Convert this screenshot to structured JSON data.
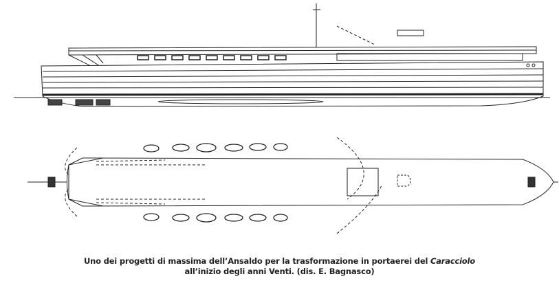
{
  "caption": {
    "line1": "Uno dei progetti di massima dell’Ansaldo per la trasformazione in portaerei del",
    "ship_name": "Caracciolo",
    "line2": "all’inizio degli anni Venti. (dis. E. Bagnasco)"
  }
}
